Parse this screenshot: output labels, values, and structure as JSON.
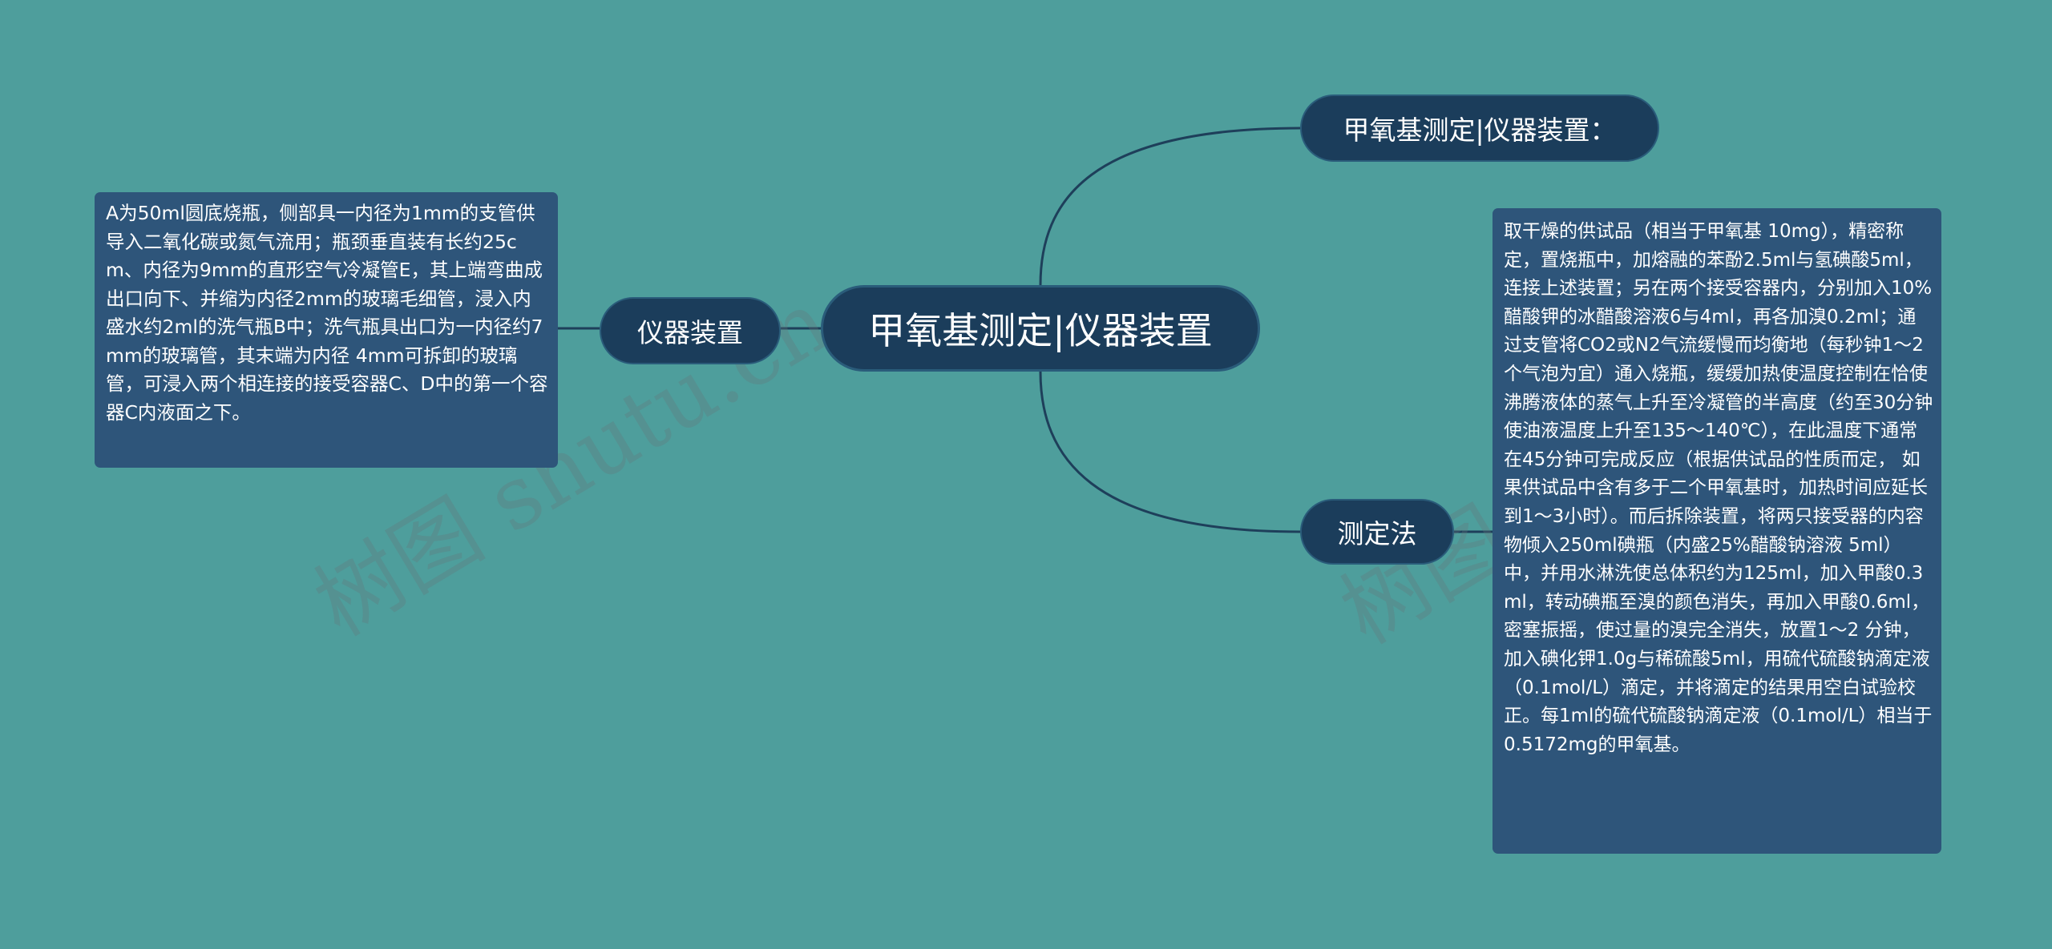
{
  "mindmap": {
    "root": {
      "label": "甲氧基测定|仪器装置"
    },
    "branches": {
      "apparatus_top": {
        "label": "甲氧基测定|仪器装置："
      },
      "apparatus_left": {
        "label": "仪器装置",
        "detail": "A为50ml圆底烧瓶，侧部具一内径为1mm的支管供导入二氧化碳或氮气流用；瓶颈垂直装有长约25cm、内径为9mm的直形空气冷凝管E，其上端弯曲成出口向下、并缩为内径2mm的玻璃毛细管，浸入内盛水约2ml的洗气瓶B中；洗气瓶具出口为一内径约7mm的玻璃管，其末端为内径 4mm可拆卸的玻璃管，可浸入两个相连接的接受容器C、D中的第一个容器C内液面之下。"
      },
      "method": {
        "label": "测定法",
        "detail": "取干燥的供试品（相当于甲氧基 10mg），精密称定，置烧瓶中，加熔融的苯酚2.5ml与氢碘酸5ml，连接上述装置；另在两个接受容器内，分别加入10%醋酸钾的冰醋酸溶液6与4ml，再各加溴0.2ml；通过支管将CO2或N2气流缓慢而均衡地（每秒钟1～2个气泡为宜）通入烧瓶，缓缓加热使温度控制在恰使沸腾液体的蒸气上升至冷凝管的半高度（约至30分钟使油液温度上升至135～140℃），在此温度下通常在45分钟可完成反应（根据供试品的性质而定， 如果供试品中含有多于二个甲氧基时，加热时间应延长到1～3小时）。而后拆除装置，将两只接受器的内容物倾入250ml碘瓶（内盛25%醋酸钠溶液 5ml）中，并用水淋洗使总体积约为125ml，加入甲酸0.3ml，转动碘瓶至溴的颜色消失，再加入甲酸0.6ml，密塞振摇，使过量的溴完全消失，放置1～2 分钟，加入碘化钾1.0g与稀硫酸5ml，用硫代硫酸钠滴定液（0.1mol/L）滴定，并将滴定的结果用空白试验校正。每1ml的硫代硫酸钠滴定液（0.1mol/L）相当于0.5172mg的甲氧基。"
      }
    }
  },
  "watermark": {
    "left_text": "树图 shutu.cn",
    "right_text": "树图 sh"
  },
  "colors": {
    "background": "#4e9e9c",
    "node_fill": "#1b3d5b",
    "leaf_fill": "#2e557a",
    "connector": "#1e3f5a",
    "text": "#ffffff"
  }
}
